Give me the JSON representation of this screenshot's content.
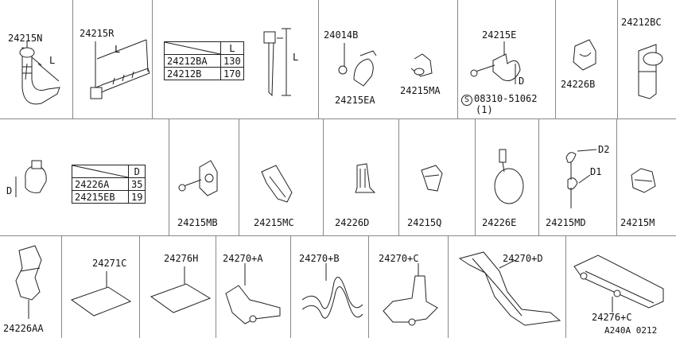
{
  "catalog_code": "A240A 0212",
  "row1": {
    "p24215N": {
      "part": "24215N",
      "dim": "L"
    },
    "p24215R": {
      "part": "24215R",
      "dim": "L"
    },
    "tie_table": {
      "header": "L",
      "rows": [
        {
          "part": "24212BA",
          "value": "130"
        },
        {
          "part": "24212B",
          "value": "170"
        }
      ],
      "dim": "L"
    },
    "p24014B": {
      "part_bolt": "24014B",
      "part_clip": "24215EA"
    },
    "p24215MA": {
      "part": "24215MA"
    },
    "p24215E": {
      "part": "24215E",
      "dim": "D",
      "bolt_symbol": "S",
      "bolt_part": "08310-51062",
      "bolt_qty": "(1)"
    },
    "p24226B": {
      "part": "24226B"
    },
    "p24212BC": {
      "part": "24212BC"
    }
  },
  "row2": {
    "clamp_table": {
      "header": "D",
      "rows": [
        {
          "part": "24226A",
          "value": "35"
        },
        {
          "part": "24215EB",
          "value": "19"
        }
      ],
      "dim": "D"
    },
    "p24215MB": {
      "part": "24215MB"
    },
    "p24215MC": {
      "part": "24215MC"
    },
    "p24226D": {
      "part": "24226D"
    },
    "p24215Q": {
      "part": "24215Q"
    },
    "p24226E": {
      "part": "24226E"
    },
    "p24215MD": {
      "part": "24215MD",
      "dim1": "D1",
      "dim2": "D2"
    },
    "p24215M": {
      "part": "24215M"
    }
  },
  "row3": {
    "p24226AA": {
      "part": "24226AA"
    },
    "p24271C": {
      "part": "24271C"
    },
    "p24276H": {
      "part": "24276H"
    },
    "p24270A": {
      "part": "24270+A"
    },
    "p24270B": {
      "part": "24270+B"
    },
    "p24270C": {
      "part": "24270+C"
    },
    "p24270D": {
      "part": "24270+D"
    },
    "p24276C": {
      "part": "24276+C"
    }
  }
}
